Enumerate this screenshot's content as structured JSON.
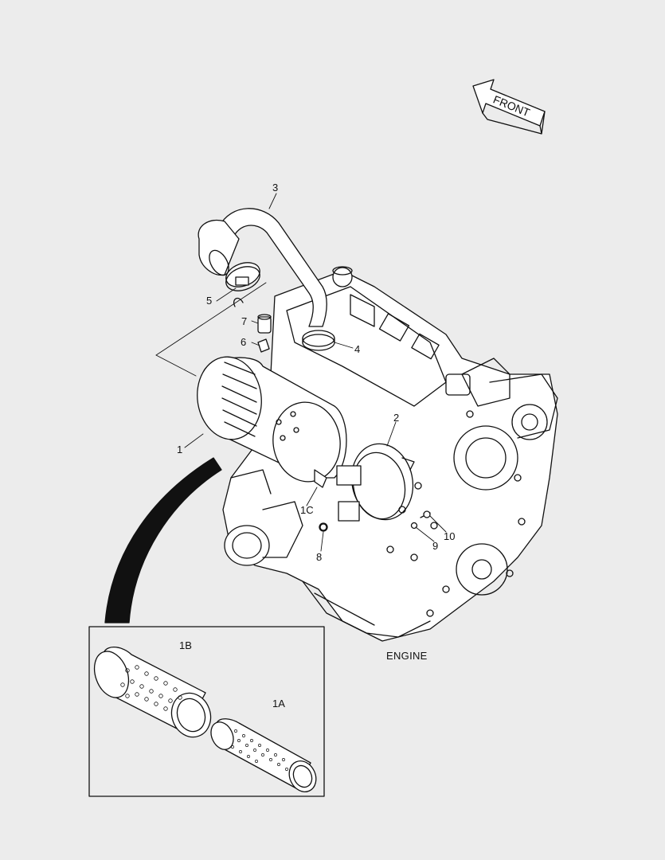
{
  "diagram": {
    "direction_label": "FRONT",
    "engine_label": "ENGINE",
    "callouts": [
      "1",
      "1A",
      "1B",
      "1C",
      "2",
      "3",
      "4",
      "5",
      "6",
      "7",
      "8",
      "9",
      "10"
    ]
  },
  "colors": {
    "background": "#ececec",
    "line": "#111111",
    "fill": "#ffffff"
  }
}
